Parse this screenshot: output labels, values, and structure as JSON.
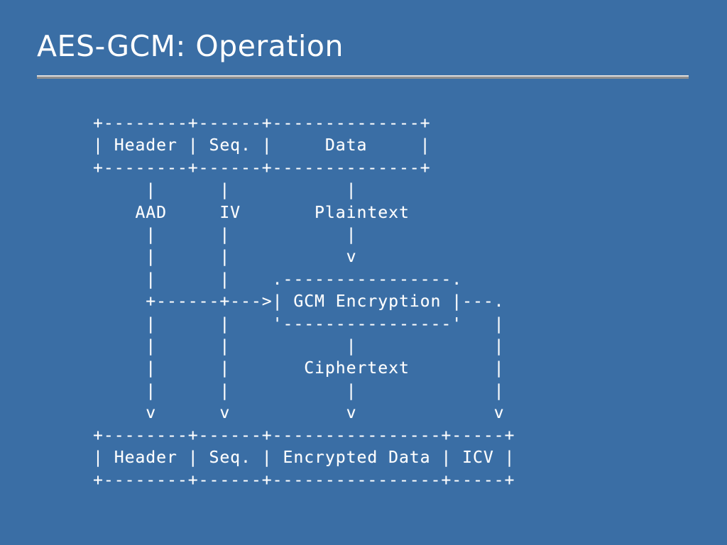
{
  "slide": {
    "title": "AES-GCM: Operation",
    "background_color": "#3a6ea5",
    "text_color": "#ffffff",
    "rule_color_light": "#dcdcdc",
    "rule_color_dark": "#8f8f8f"
  },
  "diagram": {
    "type": "ascii-flow-diagram",
    "description": "AES-GCM packet encryption flow showing an input packet split into AAD, IV and Plaintext, fed through GCM Encryption, producing an output packet with Encrypted Data and ICV.",
    "input_packet": {
      "columns": [
        "Header",
        "Seq.",
        "Data"
      ]
    },
    "intermediate_labels": [
      "AAD",
      "IV",
      "Plaintext"
    ],
    "process_box": {
      "label": "GCM Encryption"
    },
    "output_label": "Ciphertext",
    "output_packet": {
      "columns": [
        "Header",
        "Seq.",
        "Encrypted Data",
        "ICV"
      ]
    },
    "art": "+--------+------+--------------+\n| Header | Seq. |     Data     |\n+--------+------+--------------+\n     |      |           |\n    AAD     IV       Plaintext\n     |      |           |\n     |      |           v\n     |      |    .----------------.\n     +------+--->| GCM Encryption |---.\n     |      |    '----------------'   |\n     |      |           |             |\n     |      |       Ciphertext        |\n     |      |           |             |\n     v      v           v             v\n+--------+------+----------------+-----+\n| Header | Seq. | Encrypted Data | ICV |\n+--------+------+----------------+-----+"
  }
}
